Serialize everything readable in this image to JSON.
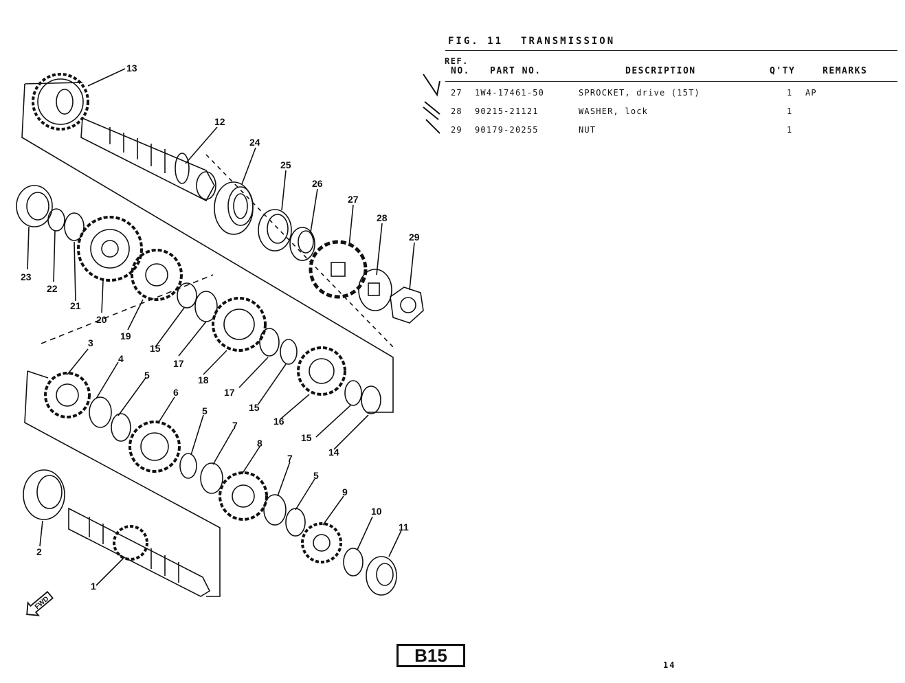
{
  "figure": {
    "fig_label": "FIG. 11",
    "title": "TRANSMISSION"
  },
  "table": {
    "headers": {
      "ref_line1": "REF.",
      "ref_line2": "NO.",
      "part_no": "PART NO.",
      "description": "DESCRIPTION",
      "qty": "Q'TY",
      "remarks": "REMARKS"
    },
    "rows": [
      {
        "ref": "27",
        "part_no": "1W4-17461-50",
        "description": "SPROCKET, drive (15T)",
        "qty": "1",
        "remarks": "AP"
      },
      {
        "ref": "28",
        "part_no": "90215-21121",
        "description": "WASHER, lock",
        "qty": "1",
        "remarks": ""
      },
      {
        "ref": "29",
        "part_no": "90179-20255",
        "description": "NUT",
        "qty": "1",
        "remarks": ""
      }
    ]
  },
  "diagram": {
    "labels": [
      "13",
      "12",
      "24",
      "25",
      "26",
      "27",
      "28",
      "29",
      "23",
      "22",
      "21",
      "20",
      "19",
      "15",
      "17",
      "18",
      "17",
      "15",
      "16",
      "15",
      "14",
      "3",
      "4",
      "5",
      "6",
      "5",
      "7",
      "8",
      "7",
      "5",
      "9",
      "10",
      "11",
      "2",
      "1"
    ],
    "fwd_label": "FWD"
  },
  "footer": {
    "section": "B15",
    "page": "14"
  }
}
